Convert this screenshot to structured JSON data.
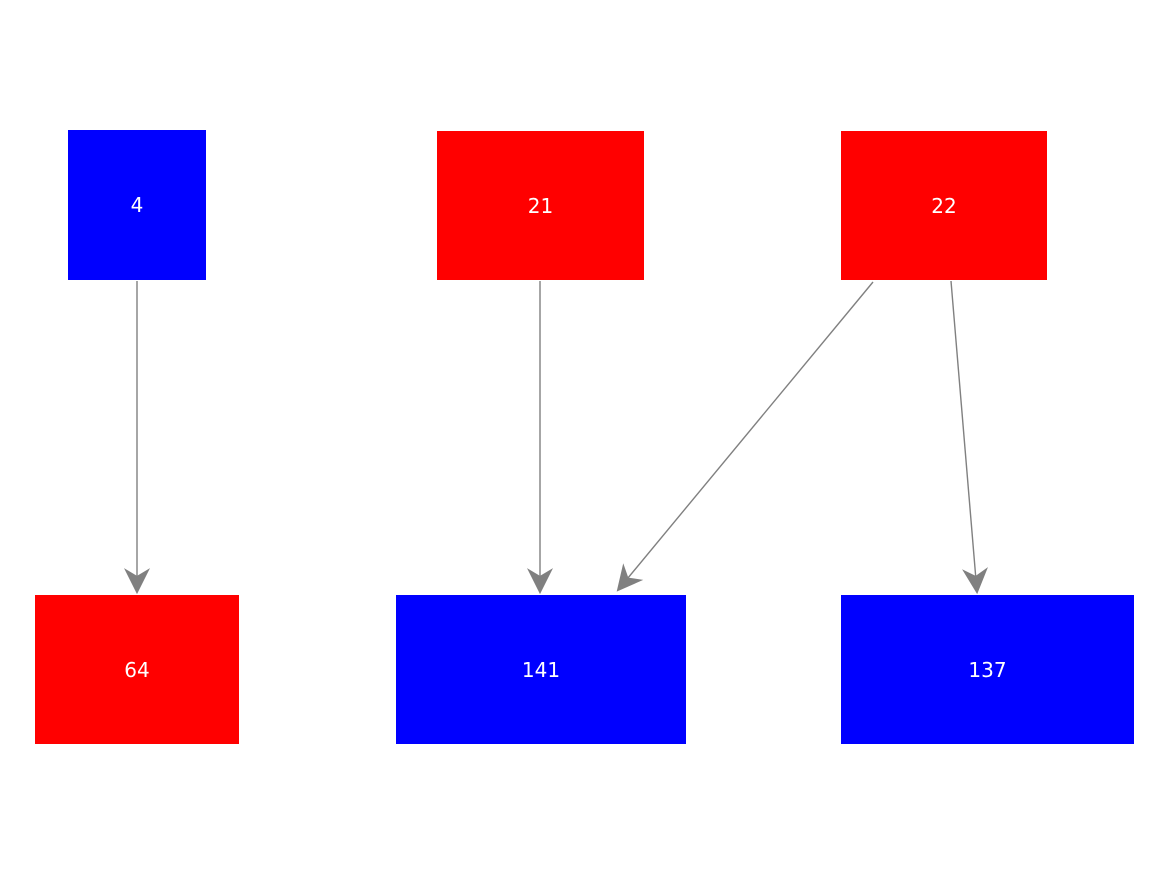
{
  "diagram": {
    "type": "directed-graph",
    "background_color": "#ffffff",
    "edge_color": "#808080",
    "node_text_color": "#ffffff",
    "node_colors": {
      "blue": "#0000ff",
      "red": "#ff0000"
    },
    "nodes": [
      {
        "id": "4",
        "label": "4",
        "color": "#0000ff",
        "row": "top"
      },
      {
        "id": "21",
        "label": "21",
        "color": "#ff0000",
        "row": "top"
      },
      {
        "id": "22",
        "label": "22",
        "color": "#ff0000",
        "row": "top"
      },
      {
        "id": "64",
        "label": "64",
        "color": "#ff0000",
        "row": "bottom"
      },
      {
        "id": "141",
        "label": "141",
        "color": "#0000ff",
        "row": "bottom"
      },
      {
        "id": "137",
        "label": "137",
        "color": "#0000ff",
        "row": "bottom"
      }
    ],
    "edges": [
      {
        "from": "4",
        "to": "64"
      },
      {
        "from": "21",
        "to": "141"
      },
      {
        "from": "22",
        "to": "141"
      },
      {
        "from": "22",
        "to": "137"
      }
    ]
  }
}
